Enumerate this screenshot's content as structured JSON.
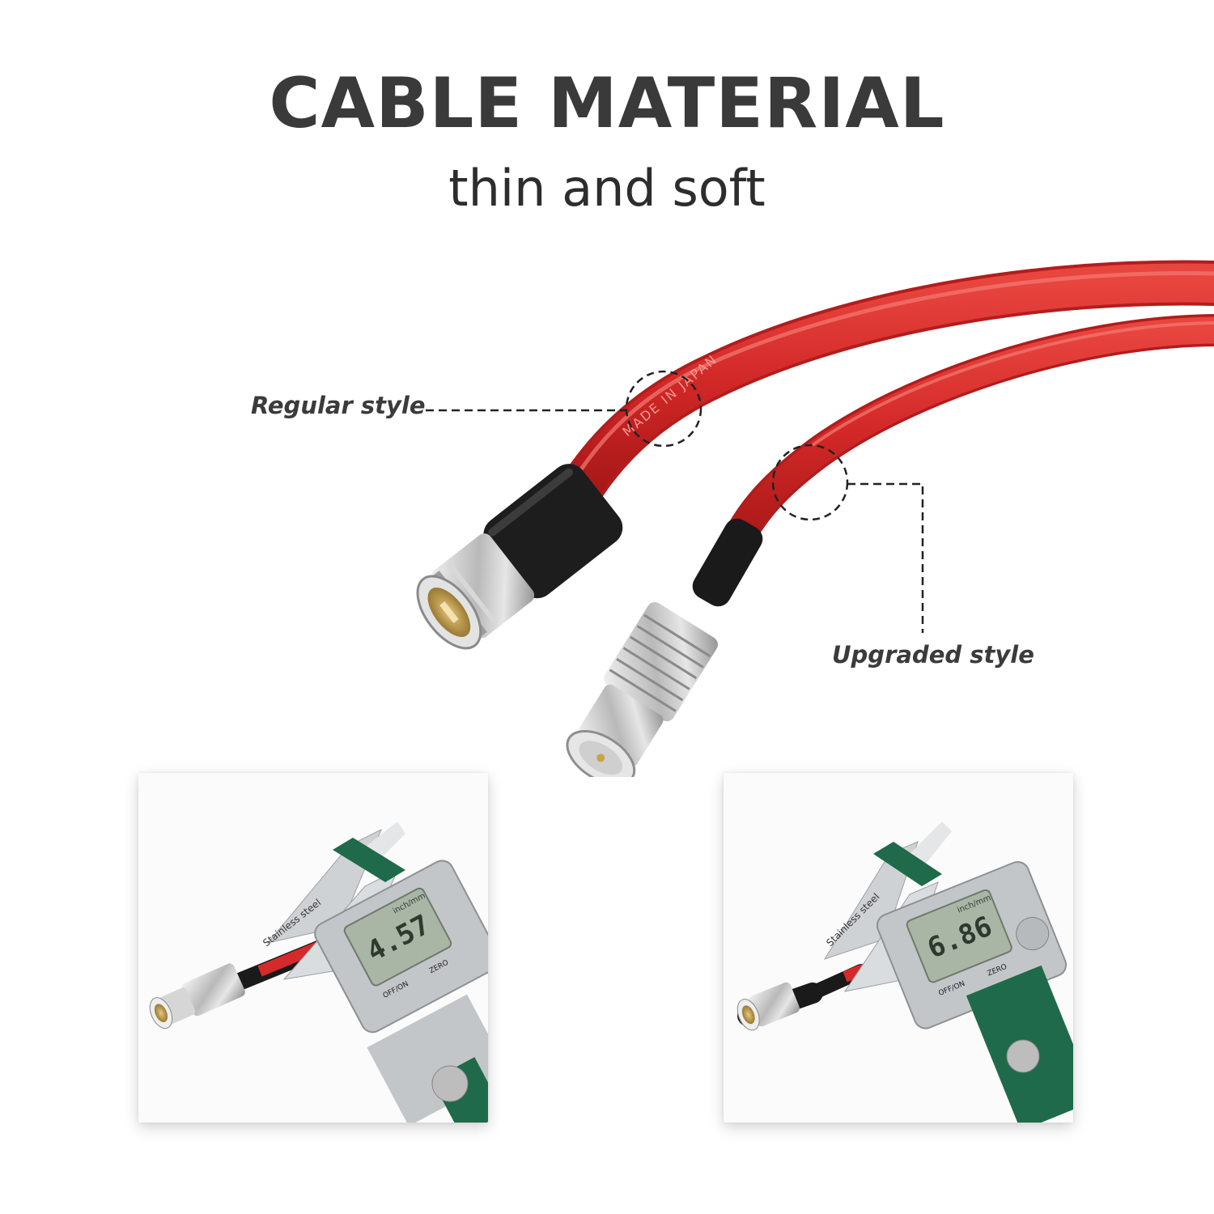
{
  "heading": {
    "title": "CABLE MATERIAL",
    "subtitle": "thin and soft"
  },
  "callouts": {
    "regular": "Regular style",
    "upgraded": "Upgraded style"
  },
  "cable_print": "MADE IN JAPAN",
  "photos": {
    "left": {
      "scale_brand": "Stainless steel",
      "readout": "4.57",
      "unit_label": "inch/mm",
      "button_left": "OFF/ON",
      "button_right": "ZERO"
    },
    "right": {
      "scale_brand": "Stainless steel",
      "readout": "6.86",
      "unit_label": "inch/mm",
      "button_left": "OFF/ON",
      "button_right": "ZERO"
    }
  },
  "colors": {
    "cable_red": "#d42a2a",
    "text_dark": "#3a3a3a",
    "connector_black": "#1c1c1c",
    "nickel": "#c9c9c9",
    "caliper_green": "#1f6a4a"
  }
}
